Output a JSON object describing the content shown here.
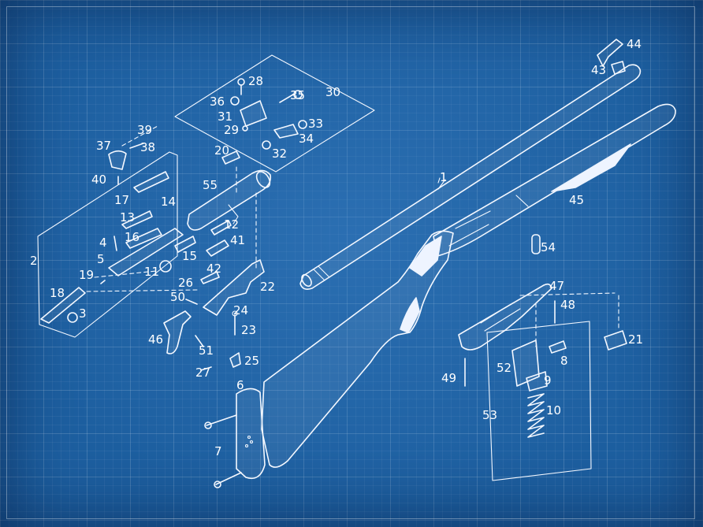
{
  "diagram": {
    "background_color": "#1d5fa0",
    "line_color": "#f4f8ff",
    "part_labels": [
      "1",
      "2",
      "3",
      "4",
      "5",
      "6",
      "7",
      "8",
      "9",
      "10",
      "11",
      "12",
      "13",
      "14",
      "15",
      "16",
      "17",
      "18",
      "19",
      "20",
      "21",
      "22",
      "23",
      "24",
      "25",
      "26",
      "27",
      "28",
      "29",
      "30",
      "31",
      "32",
      "33",
      "34",
      "35",
      "36",
      "37",
      "38",
      "39",
      "40",
      "41",
      "42",
      "43",
      "44",
      "45",
      "46",
      "47",
      "48",
      "49",
      "50",
      "51",
      "52",
      "53",
      "54",
      "55"
    ]
  }
}
